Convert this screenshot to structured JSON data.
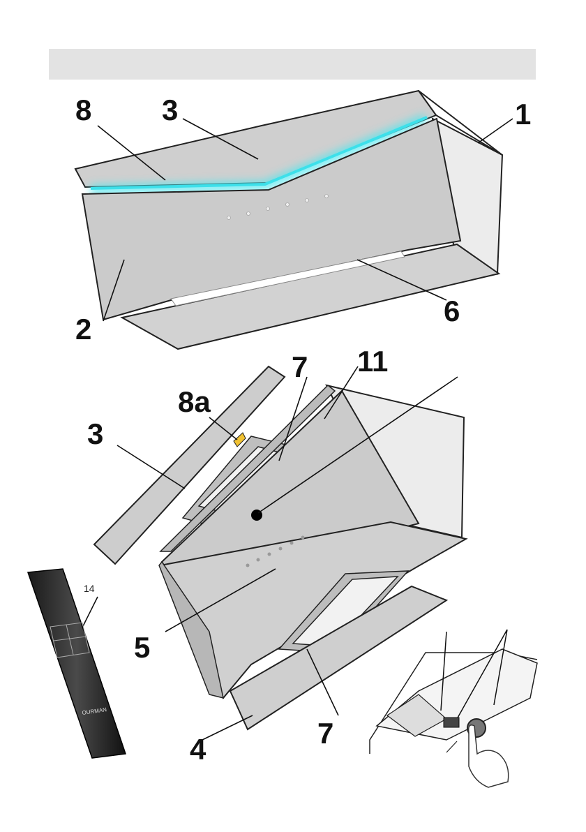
{
  "labels": {
    "top": {
      "housing": "1",
      "front_panel": "2",
      "top_panel": "3",
      "led_strip": "6",
      "led_light": "8"
    },
    "middle": {
      "top_panel": "3",
      "filter_clip": "8a",
      "filter": "7",
      "part_11": "11",
      "control_panel": "5",
      "bottom_flap": "4",
      "bottom_filter": "7",
      "remote": "14"
    }
  },
  "remote_brand": "OURMAN",
  "colors": {
    "led": "#4fe6ee",
    "panel": "#cdcdcd",
    "housing": "#e8e8e8",
    "header": "#e3e3e3"
  }
}
